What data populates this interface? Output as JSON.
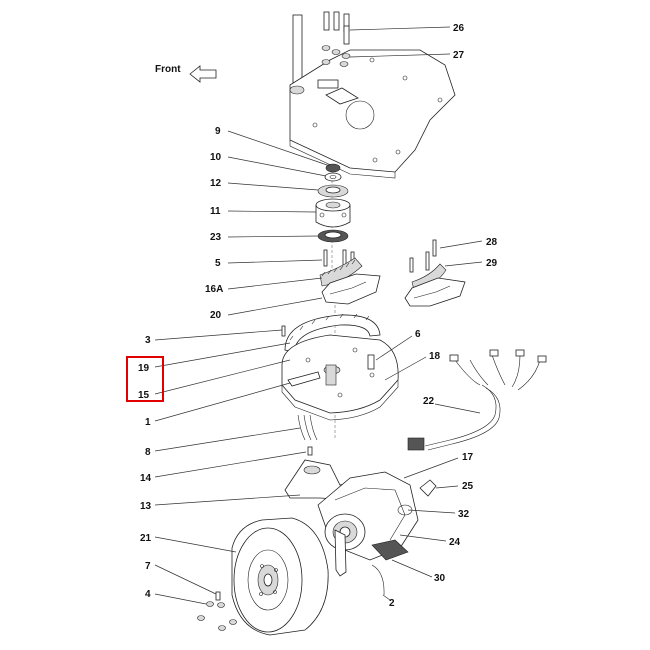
{
  "direction_label": "Front",
  "highlight_color": "#e00000",
  "callouts": {
    "c26": "26",
    "c27": "27",
    "c9": "9",
    "c10": "10",
    "c12": "12",
    "c11": "11",
    "c23": "23",
    "c5": "5",
    "c16a": "16A",
    "c20": "20",
    "c28": "28",
    "c29": "29",
    "c3": "3",
    "c6": "6",
    "c19": "19",
    "c18": "18",
    "c15": "15",
    "c1": "1",
    "c22": "22",
    "c8": "8",
    "c14": "14",
    "c17": "17",
    "c25": "25",
    "c13": "13",
    "c32": "32",
    "c21": "21",
    "c24": "24",
    "c7": "7",
    "c30": "30",
    "c4": "4",
    "c2": "2"
  }
}
